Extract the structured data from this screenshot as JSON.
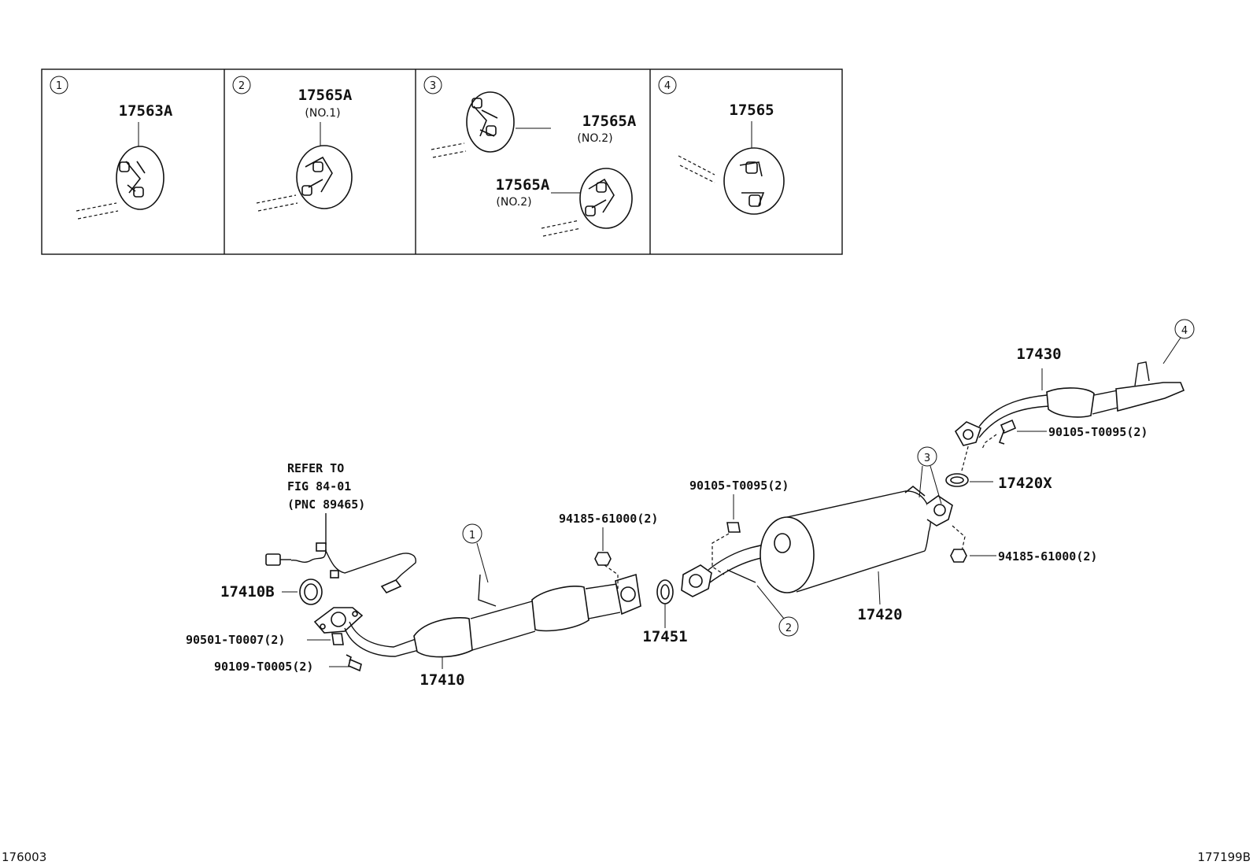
{
  "panels": [
    {
      "num": "1",
      "part": "17563A",
      "note": ""
    },
    {
      "num": "2",
      "part": "17565A",
      "note": "(NO.1)"
    },
    {
      "num": "3",
      "part_a": "17565A",
      "note_a": "(NO.2)",
      "part_b": "17565A",
      "note_b": "(NO.2)"
    },
    {
      "num": "4",
      "part": "17565"
    }
  ],
  "parts": {
    "p17430": "17430",
    "p90105_a": "90105-T0095(2)",
    "p17420X": "17420X",
    "p94185_a": "94185-61000(2)",
    "p90105_b": "90105-T0095(2)",
    "p94185_b": "94185-61000(2)",
    "p17420": "17420",
    "p17451": "17451",
    "p17410": "17410",
    "p17410B": "17410B",
    "p90501": "90501-T0007(2)",
    "p90109": "90109-T0005(2)"
  },
  "callouts": {
    "c1": "1",
    "c2": "2",
    "c3": "3",
    "c4": "4"
  },
  "refer": {
    "line1": "REFER TO",
    "line2": "FIG 84-01",
    "line3": "(PNC 89465)"
  },
  "footer": {
    "left": "176003",
    "right": "177199B"
  }
}
